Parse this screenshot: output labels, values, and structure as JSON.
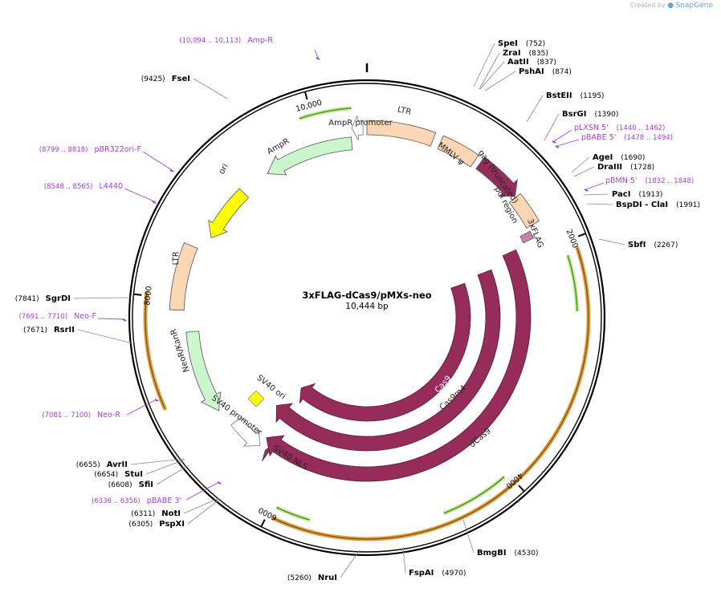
{
  "app": {
    "credit_prefix": "Created by",
    "credit_brand": "SnapGene"
  },
  "plasmid": {
    "name": "3xFLAG-dCas9/pMXs-neo",
    "length_label": "10,444 bp",
    "length": 10444
  },
  "tick_labels": [
    {
      "bp": 2000,
      "text": "2000"
    },
    {
      "bp": 4000,
      "text": "4000"
    },
    {
      "bp": 6000,
      "text": "6000"
    },
    {
      "bp": 8000,
      "text": "8000"
    },
    {
      "bp": 10000,
      "text": "10,000"
    }
  ],
  "enzymes": [
    {
      "name": "SpeI",
      "pos": "(752)",
      "bp": 752
    },
    {
      "name": "ZraI",
      "pos": "(835)",
      "bp": 835
    },
    {
      "name": "AatII",
      "pos": "(837)",
      "bp": 837
    },
    {
      "name": "PshAI",
      "pos": "(874)",
      "bp": 874
    },
    {
      "name": "BstEII",
      "pos": "(1195)",
      "bp": 1195
    },
    {
      "name": "BsrGI",
      "pos": "(1390)",
      "bp": 1390
    },
    {
      "name": "AgeI",
      "pos": "(1690)",
      "bp": 1690
    },
    {
      "name": "DraIII",
      "pos": "(1728)",
      "bp": 1728
    },
    {
      "name": "PacI",
      "pos": "(1913)",
      "bp": 1913
    },
    {
      "name": "BspDI - ClaI",
      "pos": "(1991)",
      "bp": 1991
    },
    {
      "name": "SbfI",
      "pos": "(2267)",
      "bp": 2267
    },
    {
      "name": "BmgBI",
      "pos": "(4530)",
      "bp": 4530
    },
    {
      "name": "FspAI",
      "pos": "(4970)",
      "bp": 4970
    },
    {
      "name": "NruI",
      "pos": "(5260)",
      "bp": 5260
    },
    {
      "name": "PspXI",
      "pos": "(6305)",
      "bp": 6305
    },
    {
      "name": "NotI",
      "pos": "(6311)",
      "bp": 6311
    },
    {
      "name": "SfiI",
      "pos": "(6608)",
      "bp": 6608
    },
    {
      "name": "StuI",
      "pos": "(6654)",
      "bp": 6654
    },
    {
      "name": "AvrII",
      "pos": "(6655)",
      "bp": 6655
    },
    {
      "name": "RsrII",
      "pos": "(7671)",
      "bp": 7671
    },
    {
      "name": "SgrDI",
      "pos": "(7841)",
      "bp": 7841
    },
    {
      "name": "FseI",
      "pos": "(9425)",
      "bp": 9425
    }
  ],
  "primers": [
    {
      "name": "Amp-R",
      "pos": "(10,094 .. 10,113)"
    },
    {
      "name": "pLXSN 5'",
      "pos": "(1440 .. 1462)"
    },
    {
      "name": "pBABE 5'",
      "pos": "(1478 .. 1494)"
    },
    {
      "name": "pBMN 5'",
      "pos": "(1832 .. 1848)"
    },
    {
      "name": "pBR322ori-F",
      "pos": "(8799 .. 8818)"
    },
    {
      "name": "L4440",
      "pos": "(8548 .. 8565)"
    },
    {
      "name": "Neo-F",
      "pos": "(7691 .. 7710)"
    },
    {
      "name": "Neo-R",
      "pos": "(7081 .. 7100)"
    },
    {
      "name": "pBABE 3'",
      "pos": "(6336 .. 6356)"
    }
  ],
  "features": [
    {
      "name": "LTR",
      "start": 0,
      "end": 591,
      "type": "ltr",
      "color": "#fbd6b4"
    },
    {
      "name": "MMLV ψ",
      "start": 660,
      "end": 1000,
      "type": "ltr",
      "color": "#fbd6b4"
    },
    {
      "name": "gag (truncated)",
      "start": 1050,
      "end": 1467,
      "type": "gag",
      "color": "#952c5a"
    },
    {
      "name": "pol region",
      "start": 1480,
      "end": 1760,
      "type": "ltr",
      "color": "#fbd6b4"
    },
    {
      "name": "3xFLAG",
      "start": 1800,
      "end": 1870,
      "type": "flag",
      "color": "#c882a6"
    },
    {
      "name": "AmpR promoter",
      "start": 10310,
      "end": 10410,
      "type": "promoter",
      "color": "#ffffff"
    },
    {
      "name": "AmpR",
      "start": 9440,
      "end": 10300,
      "type": "amp",
      "color": "#ccf7cc"
    },
    {
      "name": "ori",
      "start": 8620,
      "end": 9150,
      "type": "ori",
      "color": "#ffff00"
    },
    {
      "name": "LTR",
      "start": 7900,
      "end": 8480,
      "type": "ltr",
      "color": "#fbd6b4"
    },
    {
      "name": "NeoR/KanR",
      "start": 6900,
      "end": 7700,
      "type": "neo",
      "color": "#ccf7cc"
    },
    {
      "name": "SV40 promoter",
      "start": 6380,
      "end": 6720,
      "type": "promoter",
      "color": "#ffffff"
    },
    {
      "name": "SV40 ori",
      "type": "ori-box",
      "color": "#ffff00"
    },
    {
      "name": "SV40 NLS",
      "start": 6270,
      "end": 6310,
      "type": "nls",
      "color": "#952c5a"
    },
    {
      "name": "Cas9",
      "type": "cas",
      "color": "#952c5a"
    },
    {
      "name": "Cas9m4",
      "type": "cas",
      "color": "#952c5a"
    },
    {
      "name": "dCas9",
      "type": "cas",
      "color": "#952c5a"
    }
  ],
  "colors": {
    "backbone": "#000000",
    "primer": "#a43fd0",
    "orf_outline": "#e0a040",
    "orf_inner": "#f5c880",
    "green": "#4c9a1c",
    "cas": "#952c5a"
  }
}
